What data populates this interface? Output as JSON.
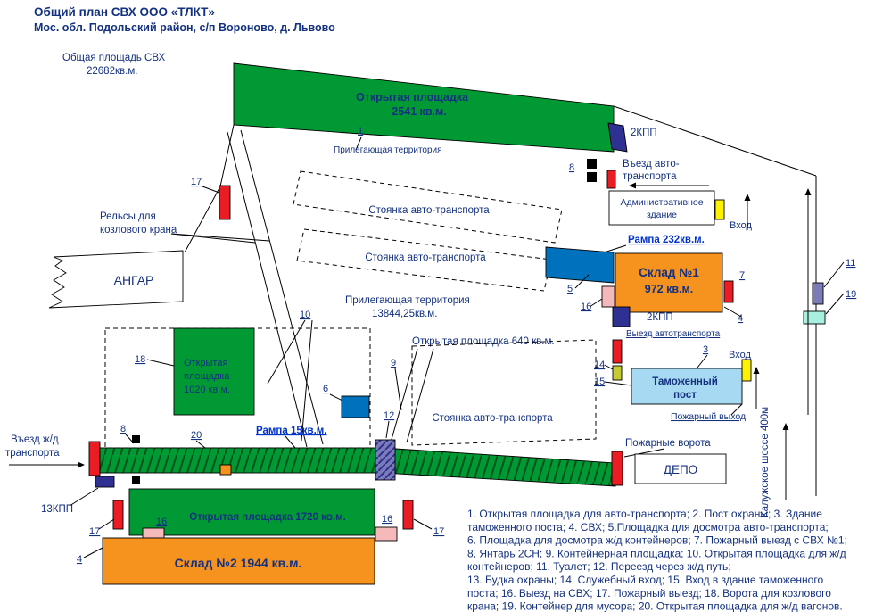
{
  "title": {
    "line1": "Общий план СВХ ООО «ТЛКТ»",
    "line2": "Мос. обл. Подольский район, с/п Вороново, д. Львово"
  },
  "areas": {
    "total": {
      "l1": "Общая площадь СВХ",
      "l2": "22682кв.м."
    },
    "open2541": {
      "l1": "Открытая площадка",
      "l2": "2541 кв.м."
    },
    "adjacentTop": "Прилегающая территория",
    "adjacentMid": {
      "l1": "Прилегающая территория",
      "l2": "13844,25кв.м."
    },
    "open640": "Открытая площадка 640 кв.м.",
    "open1020": {
      "l1": "Открытая",
      "l2": "площадка",
      "l3": "1020 кв.м."
    },
    "open1720": "Открытая площадка 1720 кв.м."
  },
  "buildings": {
    "admin": {
      "l1": "Административное",
      "l2": "здание"
    },
    "hangar": "АНГАР",
    "warehouse1": {
      "l1": "Склад №1",
      "l2": "972 кв.м."
    },
    "warehouse2": "Склад №2 1944 кв.м.",
    "customs": {
      "l1": "Таможенный",
      "l2": "пост"
    },
    "depot": "ДЕПО"
  },
  "zones": {
    "parking1": "Стоянка авто-транспорта",
    "parking2": "Стоянка авто-транспорта",
    "parking3": "Стоянка авто-транспорта",
    "ramp232": "Рампа 232кв.м.",
    "ramp15": "Рампа 15кв.м."
  },
  "gates": {
    "kpp2top": "2КПП",
    "kpp2mid": "2КПП",
    "kpp13": "13КПП",
    "vehicleEntry": {
      "l1": "Въезд авто-",
      "l2": "транспорта"
    },
    "vehicleExit": "Выезд автотранспорта",
    "railEntry": {
      "l1": "Въезд ж/д",
      "l2": "транспорта"
    },
    "fireGates": "Пожарные ворота",
    "fireExitCustoms": "Пожарный выход",
    "entryAdmin": "Вход",
    "entryCustoms": "Вход"
  },
  "misc": {
    "craneRails": {
      "l1": "Рельсы для",
      "l2": "козлового крана"
    },
    "highway": "Калужское шоссе 400м"
  },
  "markers": {
    "m1": "1",
    "m3": "3",
    "m4a": "4",
    "m4b": "4",
    "m5": "5",
    "m6": "6",
    "m7": "7",
    "m8a": "8",
    "m8b": "8",
    "m9": "9",
    "m10": "10",
    "m11": "11",
    "m12": "12",
    "m14": "14",
    "m15": "15",
    "m16a": "16",
    "m16b": "16",
    "m16c": "16",
    "m17a": "17",
    "m17b": "17",
    "m17c": "17",
    "m18": "18",
    "m19": "19",
    "m20": "20"
  },
  "legend": {
    "lines": [
      "1. Открытая площадка для авто-транспорта; 2. Пост охраны; 3. Здание",
      "таможенного поста; 4. СВХ; 5.Площадка для досмотра авто-транспорта;",
      "6. Площадка для досмотра ж/д контейнеров; 7. Пожарный выезд с СВХ №1;",
      "8, Янтарь 2СН; 9. Контейнерная площадка; 10. Открытая площадка для ж/д",
      "контейнеров; 11. Туалет; 12. Переезд через ж/д путь;",
      "13. Будка охраны; 14. Служебный вход; 15. Вход в здание таможенного",
      "поста; 16. Выезд на СВХ; 17. Пожарный выезд; 18. Ворота для козлового",
      "крана; 19. Контейнер для мусора; 20. Открытая площадка для ж/д вагонов."
    ]
  },
  "colors": {
    "green": "#019934",
    "orange": "#F6921E",
    "blue": "#0071BC",
    "lightBlue": "#A8D9F2",
    "navy": "#2E3192",
    "red": "#EC1C24",
    "yellow": "#FFF200",
    "pink": "#F5B8BB",
    "purple": "#7B7BB8",
    "cyan": "#A8EFE0",
    "olive": "#C5CC33",
    "black": "#000000",
    "text": "#14317F"
  }
}
